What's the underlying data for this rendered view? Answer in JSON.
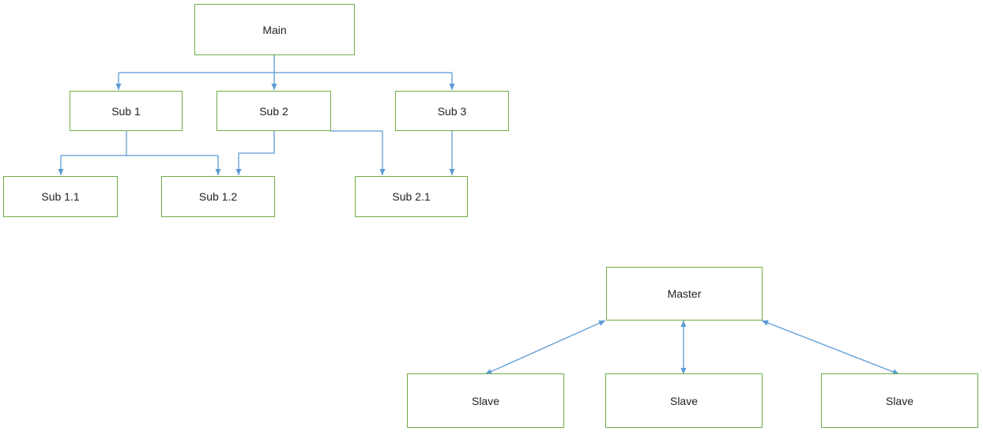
{
  "colors": {
    "box_border": "#70ad47",
    "connector": "#5b9bd5",
    "text": "#222222"
  },
  "hierarchy": {
    "main": "Main",
    "sub1": "Sub 1",
    "sub2": "Sub 2",
    "sub3": "Sub 3",
    "sub1_1": "Sub 1.1",
    "sub1_2": "Sub 1.2",
    "sub2_1": "Sub 2.1"
  },
  "master_slave": {
    "master": "Master",
    "slave_left": "Slave",
    "slave_center": "Slave",
    "slave_right": "Slave"
  }
}
